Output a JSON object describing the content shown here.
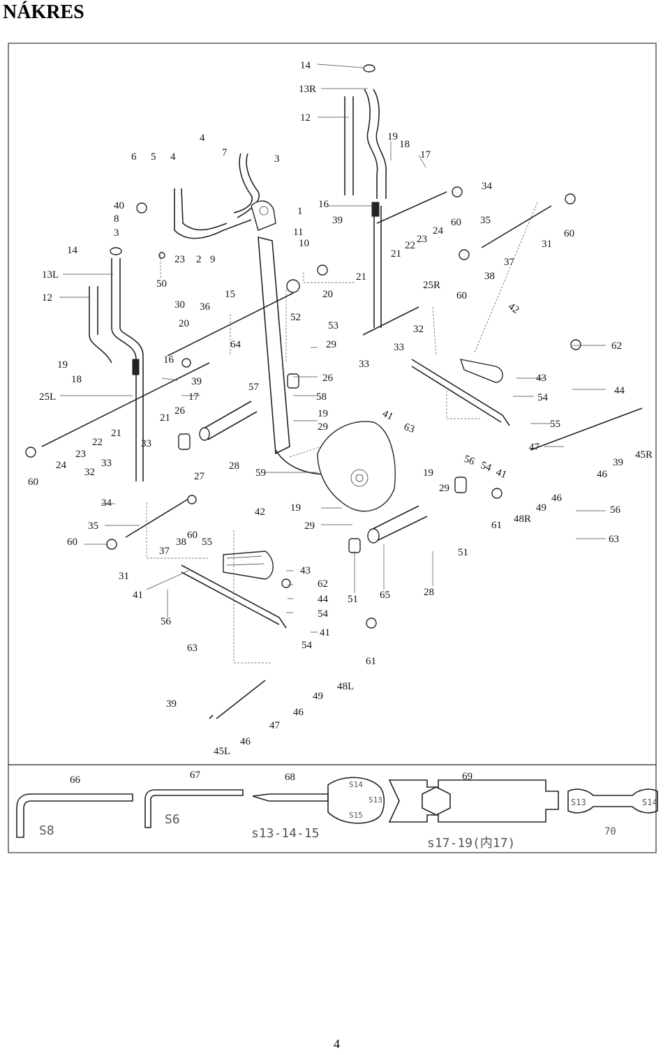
{
  "page": {
    "title": "NÁKRES",
    "page_number": "4"
  },
  "callouts": {
    "c1": "14",
    "c2": "13R",
    "c3": "12",
    "c4": "4",
    "c5": "6",
    "c6": "5",
    "c7": "4",
    "c8": "7",
    "c9": "3",
    "c10": "19",
    "c11": "18",
    "c12": "17",
    "c13": "34",
    "c14": "40",
    "c15": "8",
    "c16": "3",
    "c17": "1",
    "c18": "16",
    "c19": "39",
    "c20": "11",
    "c21": "10",
    "c22": "14",
    "c23": "23",
    "c24": "2",
    "c25": "9",
    "c26": "22",
    "c27": "23",
    "c28": "24",
    "c29": "60",
    "c30": "35",
    "c31": "21",
    "c32": "31",
    "c33": "60",
    "c34": "13L",
    "c35": "50",
    "c36": "12",
    "c37": "15",
    "c38": "20",
    "c39": "21",
    "c40": "25R",
    "c41": "37",
    "c42": "38",
    "c43": "60",
    "c44": "30",
    "c45": "36",
    "c46": "42",
    "c47": "52",
    "c48": "20",
    "c49": "53",
    "c50": "32",
    "c51": "64",
    "c52": "29",
    "c53": "33",
    "c54": "62",
    "c55": "19",
    "c56": "16",
    "c57": "33",
    "c58": "18",
    "c59": "39",
    "c60": "57",
    "c61": "26",
    "c62": "43",
    "c63": "25L",
    "c64": "17",
    "c65": "58",
    "c66": "54",
    "c67": "44",
    "c68": "21",
    "c69": "26",
    "c70": "19",
    "c71": "41",
    "c72": "63",
    "c73": "29",
    "c74": "55",
    "c75": "21",
    "c76": "22",
    "c77": "33",
    "c78": "47",
    "c79": "45R",
    "c80": "23",
    "c81": "56",
    "c82": "54",
    "c83": "39",
    "c84": "24",
    "c85": "33",
    "c86": "28",
    "c87": "19",
    "c88": "46",
    "c89": "32",
    "c90": "27",
    "c91": "59",
    "c92": "41",
    "c93": "29",
    "c94": "60",
    "c95": "34",
    "c96": "46",
    "c97": "42",
    "c98": "19",
    "c99": "49",
    "c100": "56",
    "c101": "35",
    "c102": "48R",
    "c103": "61",
    "c104": "29",
    "c105": "60",
    "c106": "60",
    "c107": "63",
    "c108": "38",
    "c109": "55",
    "c110": "37",
    "c111": "51",
    "c112": "43",
    "c113": "31",
    "c114": "62",
    "c115": "41",
    "c116": "28",
    "c117": "44",
    "c118": "51",
    "c119": "65",
    "c120": "54",
    "c121": "56",
    "c122": "41",
    "c123": "63",
    "c124": "54",
    "c125": "61",
    "c126": "48L",
    "c127": "39",
    "c128": "49",
    "c129": "46",
    "c130": "47",
    "c131": "46",
    "c132": "45L"
  },
  "tools": {
    "tool_66": {
      "number": "66",
      "label": "S8"
    },
    "tool_67": {
      "number": "67",
      "label": "S6"
    },
    "tool_68": {
      "number": "68",
      "label": "s13-14-15",
      "marks": [
        "S14",
        "S13",
        "S15"
      ]
    },
    "tool_69": {
      "number": "69",
      "label": "s17-19(内17)"
    },
    "tool_70": {
      "number": "70",
      "marks": [
        "S13",
        "S14"
      ]
    }
  }
}
